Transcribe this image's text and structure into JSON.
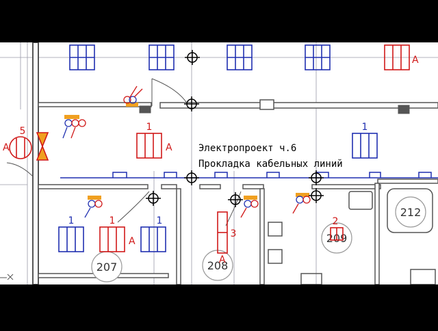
{
  "title_lines": [
    "Электропроект ч.6",
    "Прокладка кабельных линий"
  ],
  "room_numbers": [
    "207",
    "208",
    "209",
    "212"
  ],
  "marker_A": "А",
  "fixture_labels": [
    "1",
    "1",
    "1",
    "1",
    "1",
    "2",
    "3",
    "5"
  ],
  "colors": {
    "background": "#ffffff",
    "letterbox": "#000000",
    "walls": "#555555",
    "blue": "#1f2fb0",
    "red": "#d01818",
    "orange": "#f0a020",
    "text": "#000000"
  }
}
